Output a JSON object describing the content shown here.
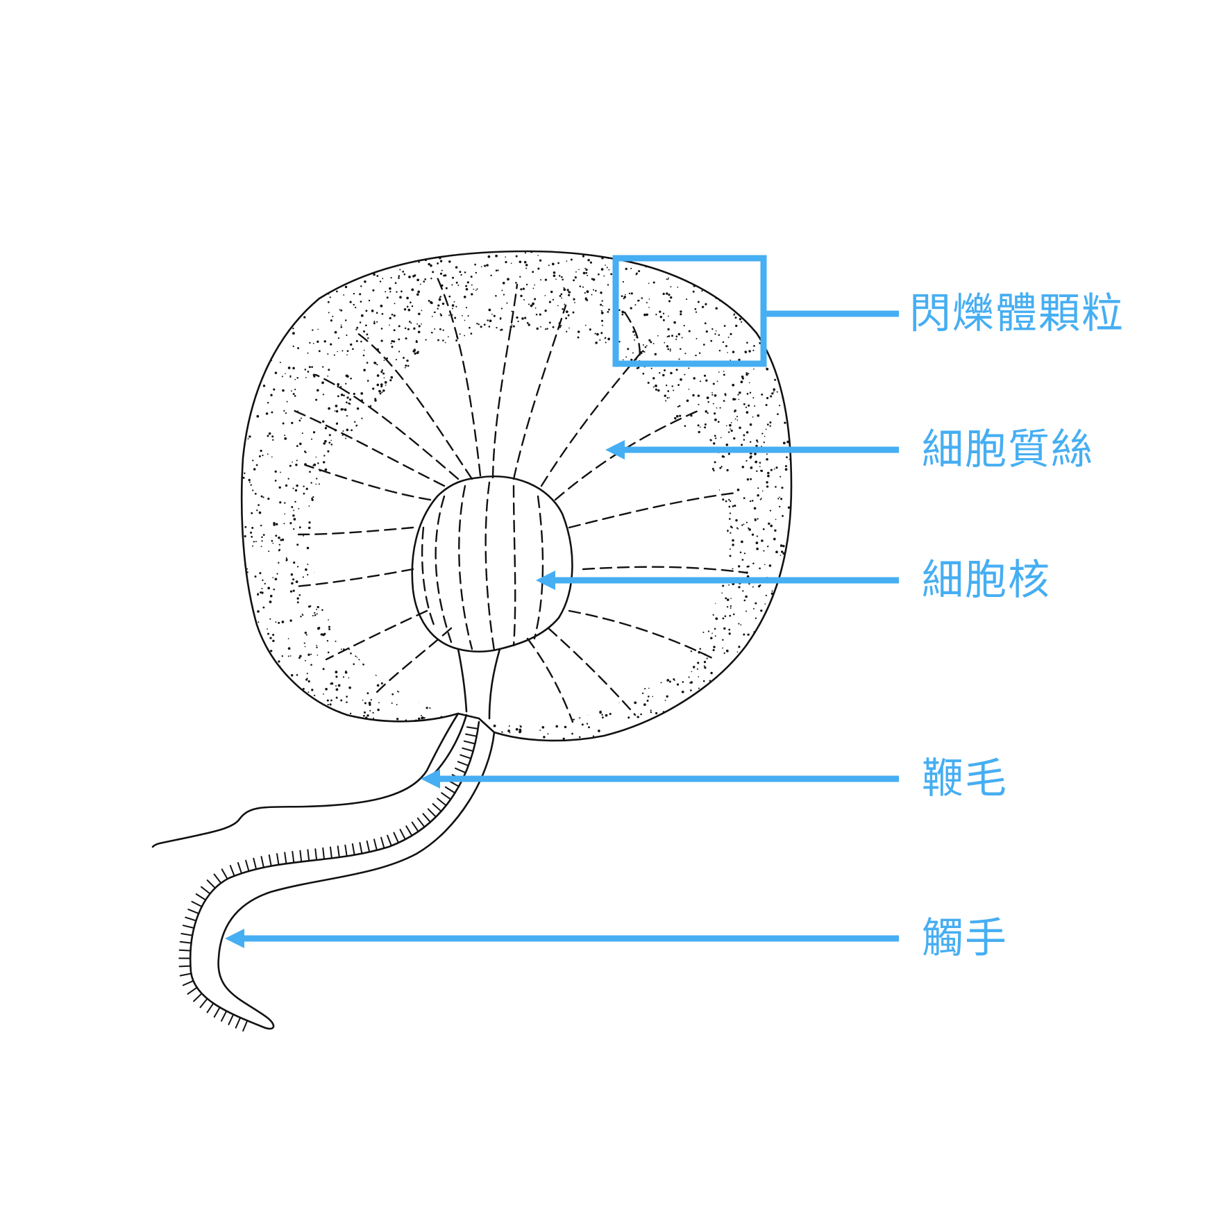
{
  "labels": {
    "scintillon": "閃爍體顆粒",
    "cytoplasmic_strands": "細胞質絲",
    "nucleus": "細胞核",
    "flagellum": "鞭毛",
    "tentacle": "觸手"
  },
  "colors": {
    "annotation": "#46aef2",
    "line_art": "#111111",
    "background": "#ffffff"
  }
}
